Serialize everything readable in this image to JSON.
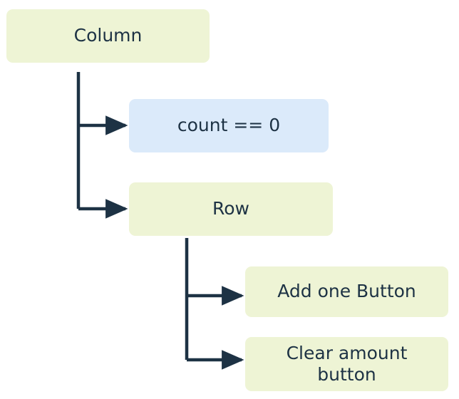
{
  "diagram": {
    "type": "tree",
    "orientation": "left-to-right-indented",
    "background_color": "#ffffff",
    "line_color": "#1d3244",
    "text_color": "#1d3244",
    "node_fill_green": "#eef4d5",
    "node_fill_blue": "#dbeafa",
    "nodes": [
      {
        "id": "column",
        "label": "Column",
        "kind": "widget",
        "fill": "#eef4d5",
        "depth": 0
      },
      {
        "id": "count",
        "label": "count == 0",
        "kind": "state",
        "fill": "#dbeafa",
        "depth": 1
      },
      {
        "id": "row",
        "label": "Row",
        "kind": "widget",
        "fill": "#eef4d5",
        "depth": 1
      },
      {
        "id": "add_button",
        "label": "Add one Button",
        "kind": "widget",
        "fill": "#eef4d5",
        "depth": 2
      },
      {
        "id": "clear_button",
        "label": "Clear amount\nbutton",
        "kind": "widget",
        "fill": "#eef4d5",
        "depth": 2
      }
    ],
    "edges": [
      {
        "from": "column",
        "to": "count",
        "style": "elbow-arrow"
      },
      {
        "from": "column",
        "to": "row",
        "style": "elbow-arrow"
      },
      {
        "from": "row",
        "to": "add_button",
        "style": "elbow-arrow"
      },
      {
        "from": "row",
        "to": "clear_button",
        "style": "elbow-arrow"
      }
    ],
    "labels": {
      "column": "Column",
      "count": "count == 0",
      "row": "Row",
      "add_button": "Add one Button",
      "clear_button_line1": "Clear amount",
      "clear_button_line2": "button"
    }
  }
}
